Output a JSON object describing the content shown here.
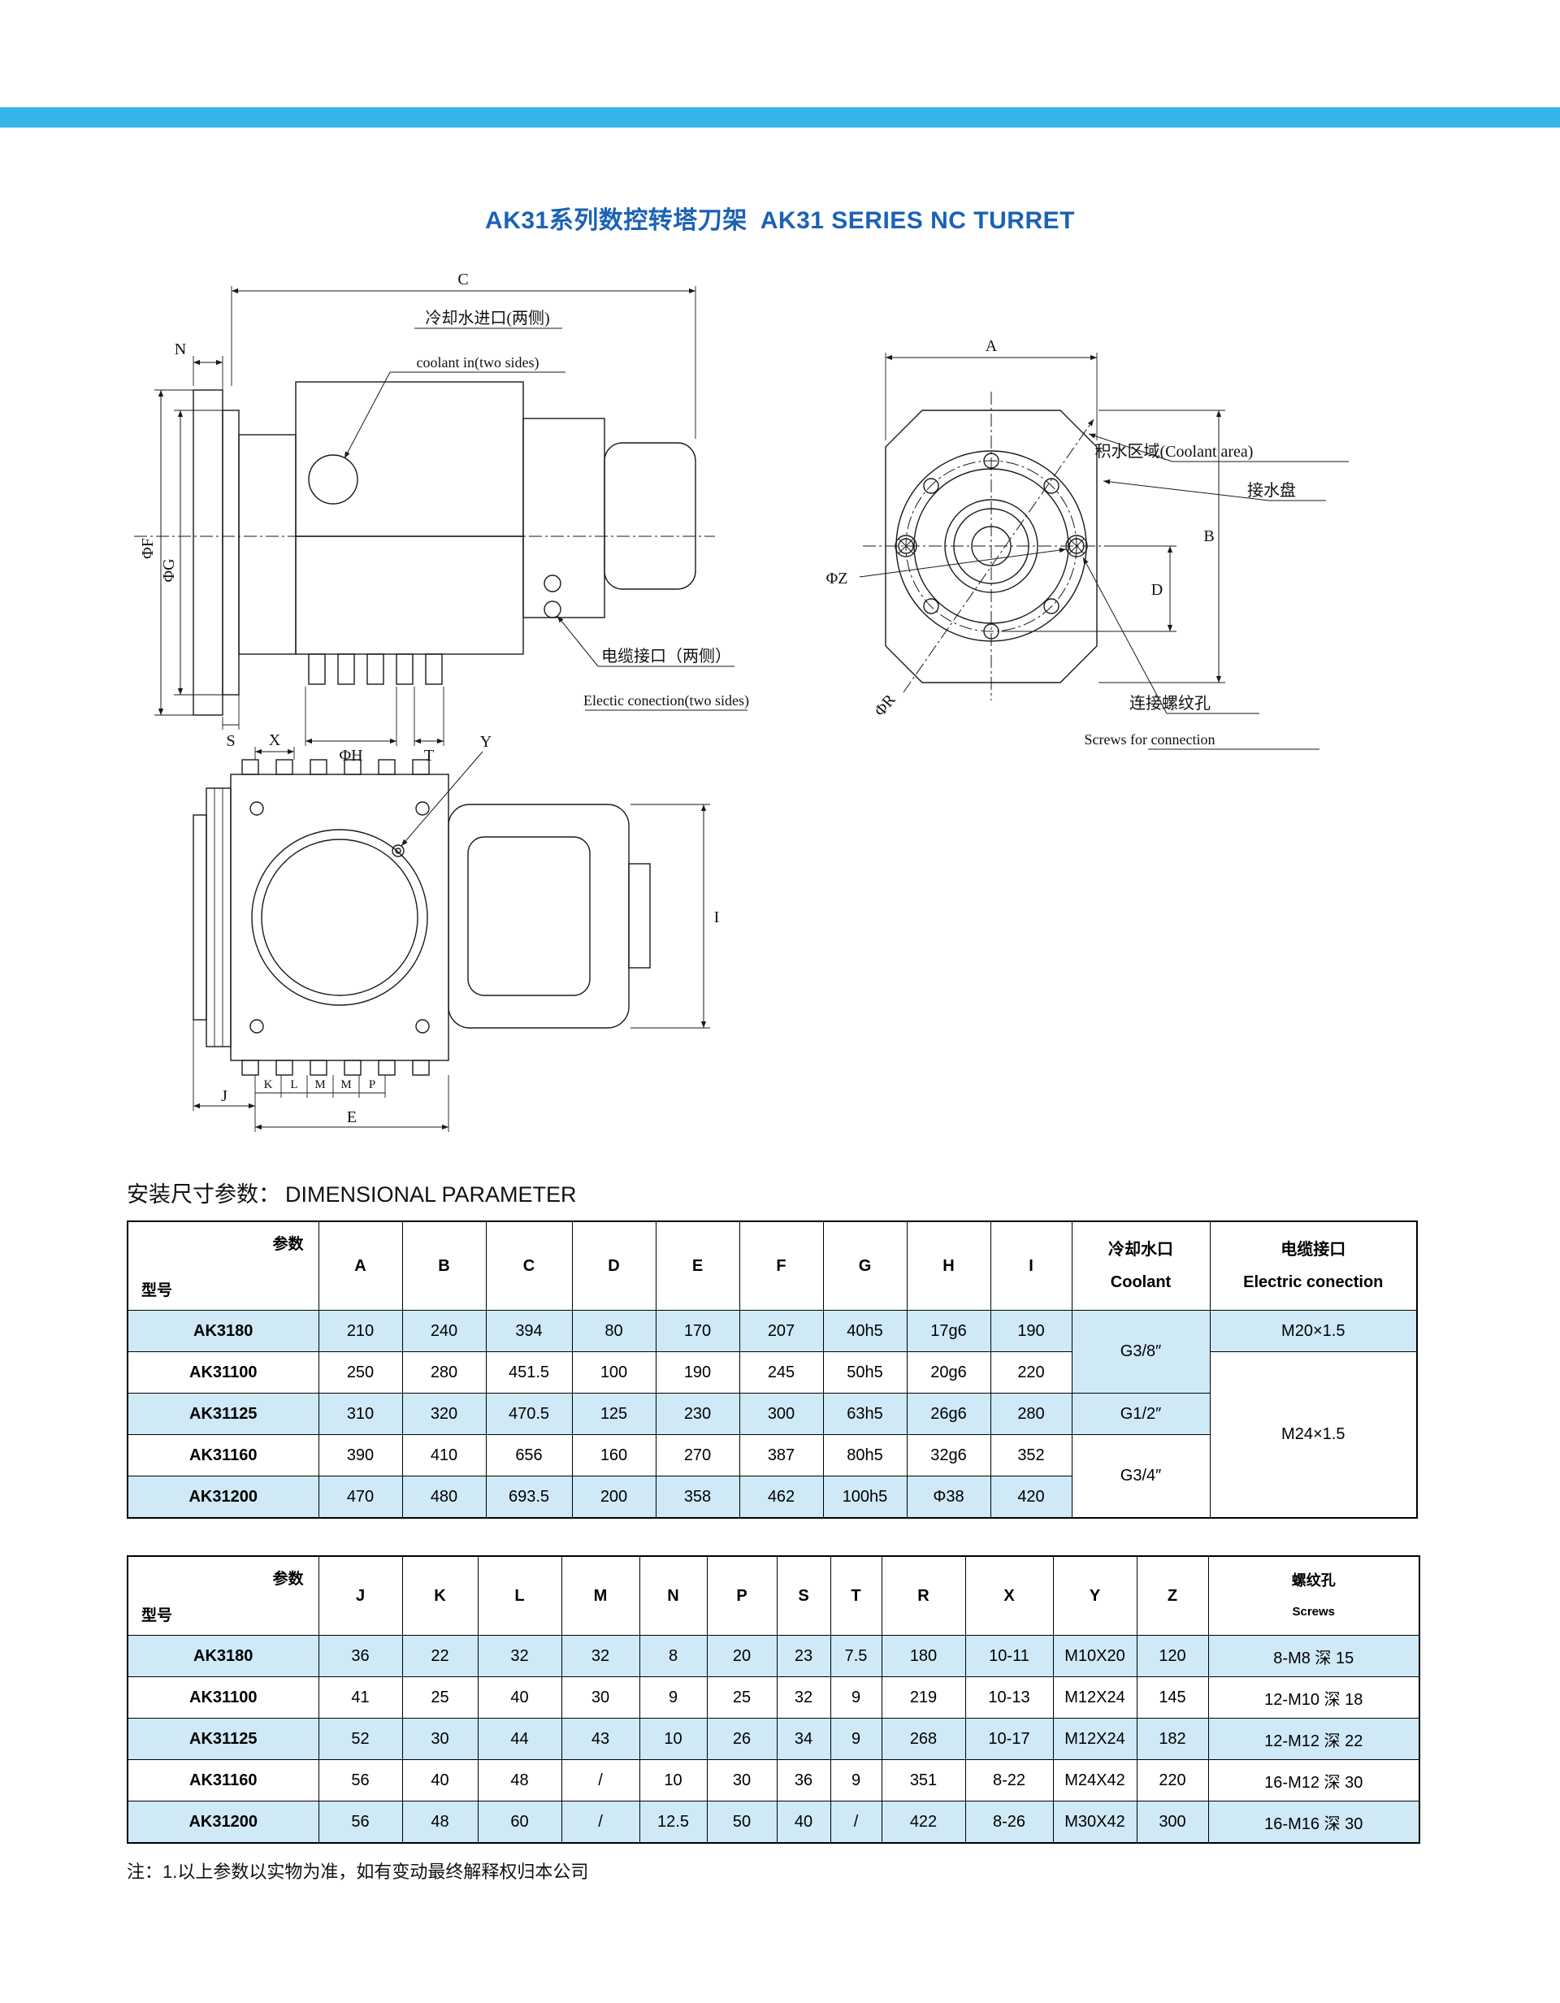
{
  "page": {
    "title_zh": "AK31系列数控转塔刀架",
    "title_en": "AK31 SERIES NC TURRET",
    "section_zh": "安装尺寸参数：",
    "section_en": "DIMENSIONAL PARAMETER",
    "footnote": "注：1.以上参数以实物为准，如有变动最终解释权归本公司",
    "accent_color": "#35b5e7",
    "title_color": "#1b62b5",
    "row_highlight_color": "#cfe9f7"
  },
  "drawings": {
    "side_view": {
      "dims": {
        "c": "C",
        "n": "N",
        "f": "ΦF",
        "g": "ΦG",
        "s": "S",
        "h": "ΦH",
        "t": "T"
      },
      "coolant_label_zh": "冷却水进口(两侧)",
      "coolant_label_en": "coolant in(two sides)",
      "electric_label_zh": "电缆接口（两侧）",
      "electric_label_en": "Electic conection(two sides)"
    },
    "front_view": {
      "dims": {
        "a": "A",
        "b": "B",
        "d": "D",
        "z": "ΦZ",
        "r": "ΦR"
      },
      "coolant_area_label": "积水区域(Coolant area)",
      "drip_tray_label": "接水盘",
      "screws_label_zh": "连接螺纹孔",
      "screws_label_en": "Screws for connection"
    },
    "bottom_view": {
      "dims": {
        "x": "X",
        "y": "Y",
        "i": "I",
        "j": "J",
        "e": "E",
        "k": "K",
        "l": "L",
        "m1": "M",
        "m2": "M",
        "p": "P"
      }
    }
  },
  "table1": {
    "corner": {
      "param": "参数",
      "model": "型号"
    },
    "columns": [
      "A",
      "B",
      "C",
      "D",
      "E",
      "F",
      "G",
      "H",
      "I"
    ],
    "coolant_header": {
      "zh": "冷却水口",
      "en": "Coolant"
    },
    "electric_header": {
      "zh": "电缆接口",
      "en": "Electric conection"
    },
    "rows": [
      {
        "model": "AK3180",
        "values": [
          "210",
          "240",
          "394",
          "80",
          "170",
          "207",
          "40h5",
          "17g6",
          "190"
        ]
      },
      {
        "model": "AK31100",
        "values": [
          "250",
          "280",
          "451.5",
          "100",
          "190",
          "245",
          "50h5",
          "20g6",
          "220"
        ]
      },
      {
        "model": "AK31125",
        "values": [
          "310",
          "320",
          "470.5",
          "125",
          "230",
          "300",
          "63h5",
          "26g6",
          "280"
        ]
      },
      {
        "model": "AK31160",
        "values": [
          "390",
          "410",
          "656",
          "160",
          "270",
          "387",
          "80h5",
          "32g6",
          "352"
        ]
      },
      {
        "model": "AK31200",
        "values": [
          "470",
          "480",
          "693.5",
          "200",
          "358",
          "462",
          "100h5",
          "Φ38",
          "420"
        ]
      }
    ],
    "coolant_cells": [
      "G3/8″",
      "G1/2″",
      "G3/4″"
    ],
    "electric_cells": [
      "M20×1.5",
      "M24×1.5"
    ]
  },
  "table2": {
    "corner": {
      "param": "参数",
      "model": "型号"
    },
    "columns": [
      "J",
      "K",
      "L",
      "M",
      "N",
      "P",
      "S",
      "T",
      "R",
      "X",
      "Y",
      "Z"
    ],
    "screws_header": {
      "zh": "螺纹孔",
      "en": "Screws"
    },
    "rows": [
      {
        "model": "AK3180",
        "values": [
          "36",
          "22",
          "32",
          "32",
          "8",
          "20",
          "23",
          "7.5",
          "180",
          "10-11",
          "M10X20",
          "120"
        ],
        "screws": "8-M8 深 15"
      },
      {
        "model": "AK31100",
        "values": [
          "41",
          "25",
          "40",
          "30",
          "9",
          "25",
          "32",
          "9",
          "219",
          "10-13",
          "M12X24",
          "145"
        ],
        "screws": "12-M10 深 18"
      },
      {
        "model": "AK31125",
        "values": [
          "52",
          "30",
          "44",
          "43",
          "10",
          "26",
          "34",
          "9",
          "268",
          "10-17",
          "M12X24",
          "182"
        ],
        "screws": "12-M12 深 22"
      },
      {
        "model": "AK31160",
        "values": [
          "56",
          "40",
          "48",
          "/",
          "10",
          "30",
          "36",
          "9",
          "351",
          "8-22",
          "M24X42",
          "220"
        ],
        "screws": "16-M12 深 30"
      },
      {
        "model": "AK31200",
        "values": [
          "56",
          "48",
          "60",
          "/",
          "12.5",
          "50",
          "40",
          "/",
          "422",
          "8-26",
          "M30X42",
          "300"
        ],
        "screws": "16-M16 深 30"
      }
    ]
  }
}
